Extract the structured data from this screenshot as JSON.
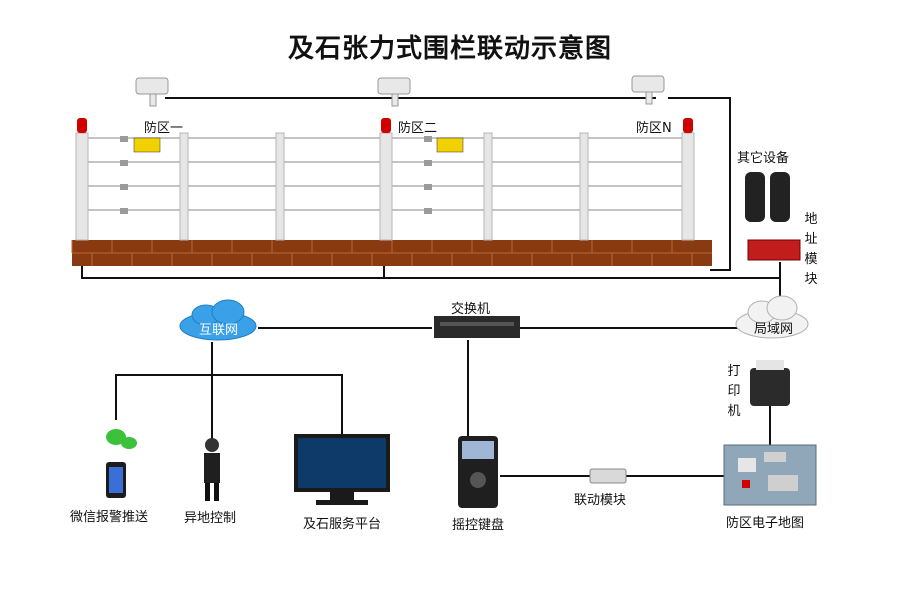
{
  "title": "及石张力式围栏联动示意图",
  "zones": [
    "防区一",
    "防区二",
    "防区N"
  ],
  "devices": {
    "other": "其它设备",
    "address_module": "地址模块",
    "switch": "交换机",
    "lan": "局域网",
    "internet": "互联网",
    "printer": "打印机",
    "wechat": "微信报警推送",
    "remote": "异地控制",
    "platform": "及石服务平台",
    "keyboard": "摇控键盘",
    "linkage": "联动模块",
    "emap": "防区电子地图"
  },
  "colors": {
    "brick": "#8a3a10",
    "cloud": "#3aa0e8",
    "alarm": "#d10000",
    "line": "#111111"
  }
}
